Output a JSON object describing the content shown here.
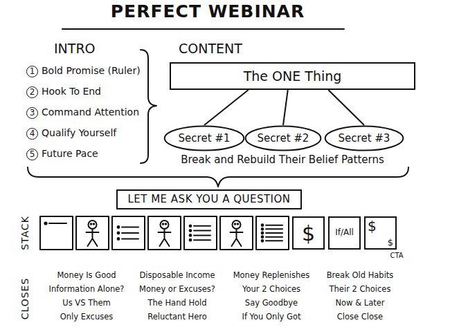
{
  "diagram": {
    "title": "PERFECT WEBINAR",
    "nodes": [
      {
        "text": [
          "The ONE Thing"
        ]
      },
      {
        "text": [
          "Secret #1"
        ]
      },
      {
        "text": [
          "Secret #2"
        ]
      },
      {
        "text": [
          "Secret #3"
        ]
      },
      {
        "text": [
          "LET ME ASK YOU A QUESTION"
        ]
      },
      {
        "text": [
          "$"
        ]
      },
      {
        "text": [
          "If/All"
        ]
      },
      {
        "text": [
          "$",
          "$"
        ]
      }
    ],
    "edges": [
      {
        "from": 0,
        "to": 1,
        "arrow": "none"
      },
      {
        "from": 0,
        "to": 2,
        "arrow": "none"
      },
      {
        "from": 0,
        "to": 3,
        "arrow": "none"
      }
    ],
    "labels": [
      "INTRO",
      "1",
      "Bold Promise (Ruler)",
      "2",
      "Hook To End",
      "3",
      "Command Attention",
      "4",
      "Qualify Yourself",
      "5",
      "Future Pace",
      "CONTENT",
      "Break and Rebuild Their Belief Patterns",
      "STACK",
      "CTA",
      "CLOSES",
      "Money Is Good",
      "Disposable Income",
      "Money Replenishes",
      "Break Old Habits",
      "Information Alone?",
      "Money or Excuses?",
      "Your 2 Choices",
      "Their 2 Choices",
      "Us VS Them",
      "The Hand Hold",
      "Say Goodbye",
      "Now & Later",
      "Only Excuses",
      "Reluctant Hero",
      "If You Only Got",
      "Close Close"
    ]
  }
}
